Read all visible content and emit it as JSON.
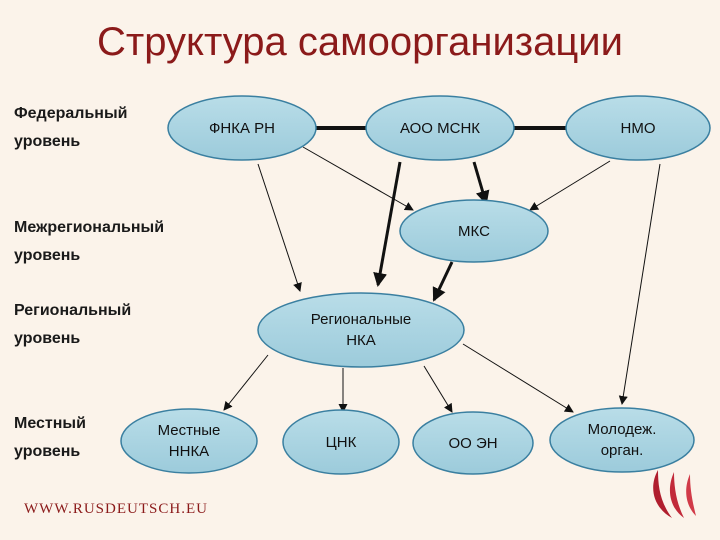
{
  "title": "Структура самоорганизации",
  "levels": {
    "federal": "Федеральный\n уровень",
    "interregional": "Межрегиональный\nуровень",
    "regional": "Региональный\nуровень",
    "local": "Местный\nуровень"
  },
  "nodes": {
    "fnka": "ФНКА РН",
    "aoo": "АОО МСНК",
    "nmo": "НМО",
    "mks": "МКС",
    "regional_line1": "Региональные",
    "regional_line2": "НКА",
    "local_line1": "Местные",
    "local_line2": "ННКА",
    "cnk": "ЦНК",
    "oo": "ОО ЭН",
    "youth_line1": "Молодеж.",
    "youth_line2": "орган."
  },
  "colors": {
    "node_fill": "#a8d3e0",
    "node_stroke": "#3a7fa0",
    "title": "#8b1a1a",
    "background": "#fbf3ea"
  },
  "footer": "WWW.RUSDEUTSCH.EU",
  "logo_icon": "flame-stripes-logo"
}
